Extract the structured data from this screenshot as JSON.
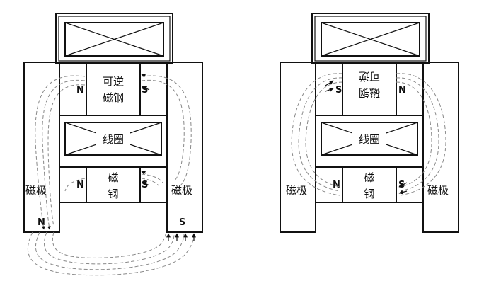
{
  "left": {
    "reversible_magnet": [
      "可逆",
      "磁钢"
    ],
    "coil": "线圈",
    "fixed_magnet": [
      "磁",
      "钢"
    ],
    "pole_piece_left": "磁极",
    "pole_piece_right": "磁极",
    "upper_n": "N",
    "upper_s": "S",
    "lower_n": "N",
    "lower_s": "S",
    "foot_n": "N",
    "foot_s": "S"
  },
  "right": {
    "reversible_magnet": [
      "可逆",
      "磁钢"
    ],
    "coil": "线圈",
    "fixed_magnet": [
      "磁",
      "钢"
    ],
    "pole_piece_left": "磁极",
    "pole_piece_right": "磁极",
    "upper_s": "S",
    "upper_n": "N",
    "lower_n": "N",
    "lower_s": "S"
  }
}
